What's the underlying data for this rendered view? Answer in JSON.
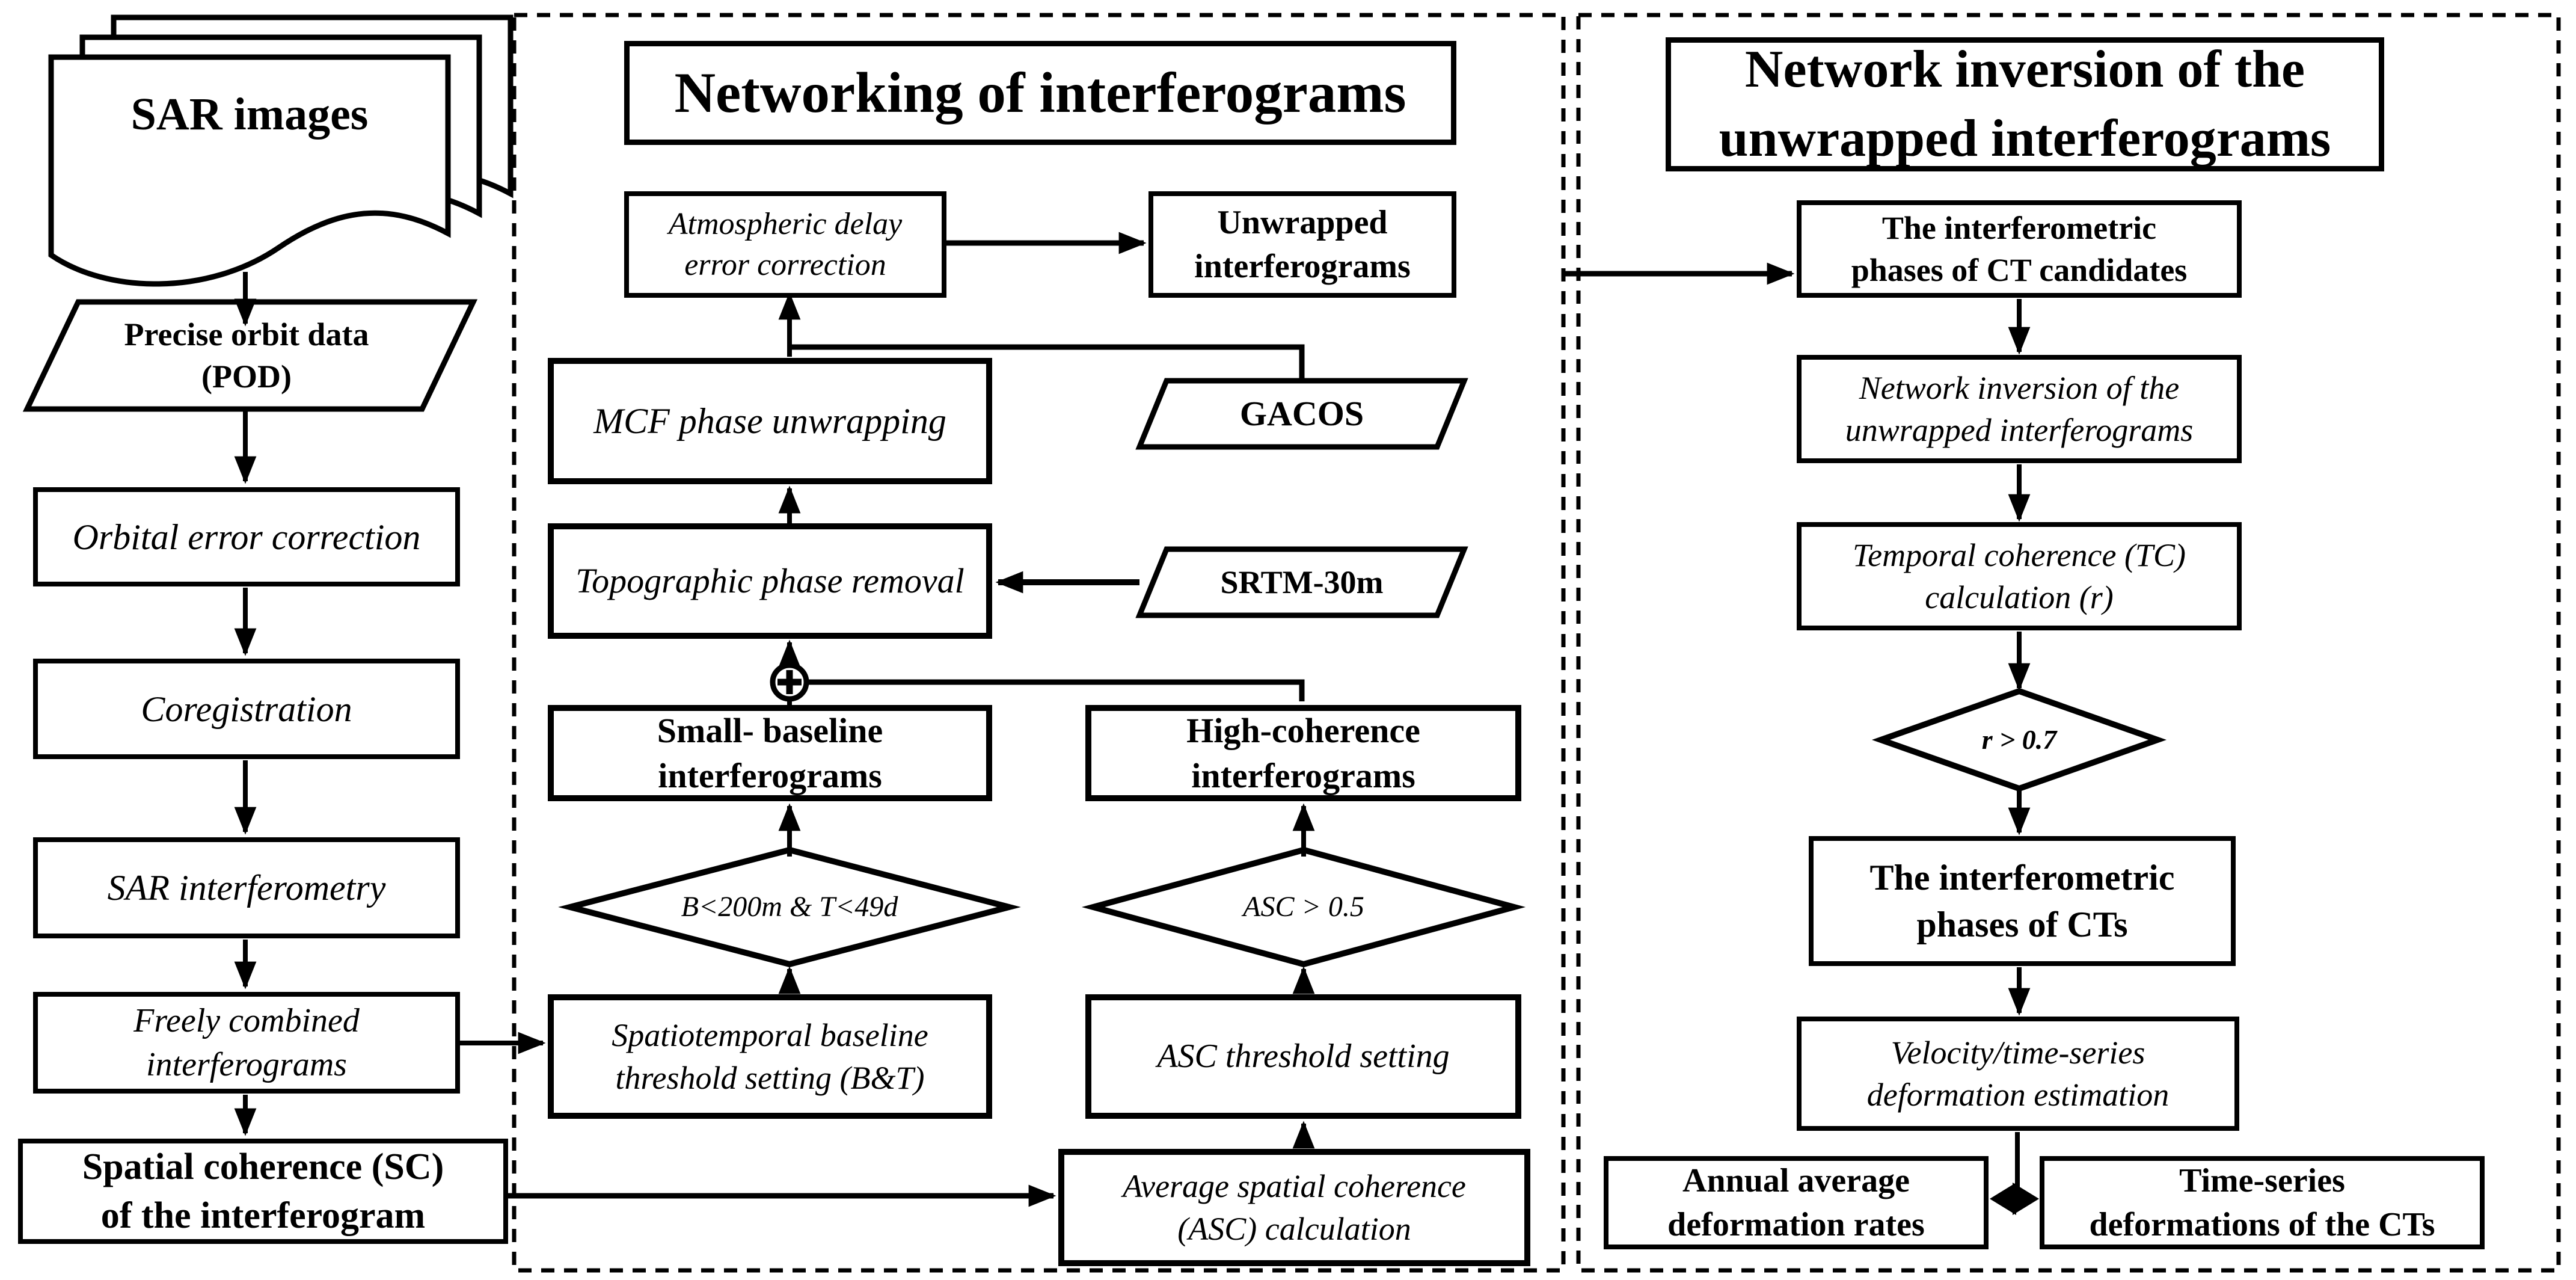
{
  "left_flow": {
    "sar_images": "SAR images",
    "pod": [
      "Precise orbit data",
      "(POD)"
    ],
    "orbital_error_correction": "Orbital error correction",
    "coregistration": "Coregistration",
    "sar_interferometry": "SAR interferometry",
    "freely_combined": [
      "Freely combined",
      "interferograms"
    ],
    "spatial_coherence": [
      "Spatial coherence (SC)",
      "of the interferogram"
    ]
  },
  "networking_panel": {
    "title": "Networking of interferograms",
    "atmospheric_delay": [
      "Atmospheric delay",
      "error correction"
    ],
    "unwrapped_interferograms": [
      "Unwrapped",
      "interferograms"
    ],
    "mcf_phase_unwrapping": "MCF phase unwrapping",
    "gacos": "GACOS",
    "topographic_phase_removal": "Topographic phase removal",
    "srtm": "SRTM-30m",
    "small_baseline": [
      "Small- baseline",
      "interferograms"
    ],
    "high_coherence": [
      "High-coherence",
      "interferograms"
    ],
    "bt_condition": "B<200m & T<49d",
    "asc_condition": "ASC > 0.5",
    "spatiotemporal_threshold": [
      "Spatiotemporal baseline",
      "threshold setting (B&T)"
    ],
    "asc_threshold": "ASC threshold setting",
    "asc_calculation": [
      "Average spatial coherence",
      "(ASC) calculation"
    ],
    "merge_icon": "circled-plus"
  },
  "inversion_panel": {
    "title": [
      "Network inversion of the",
      "unwrapped interferograms"
    ],
    "ct_candidates": [
      "The interferometric",
      "phases of CT candidates"
    ],
    "network_inversion": [
      "Network inversion of the",
      "unwrapped interferograms"
    ],
    "temporal_coherence": [
      "Temporal coherence (TC)",
      "calculation (r)"
    ],
    "r_condition": "r > 0.7",
    "ct_phases": [
      "The interferometric",
      "phases of CTs"
    ],
    "velocity_estimation": [
      "Velocity/time-series",
      "deformation estimation"
    ],
    "annual_rates": [
      "Annual average",
      "deformation rates"
    ],
    "timeseries_deformations": [
      "Time-series",
      "deformations of the CTs"
    ]
  }
}
